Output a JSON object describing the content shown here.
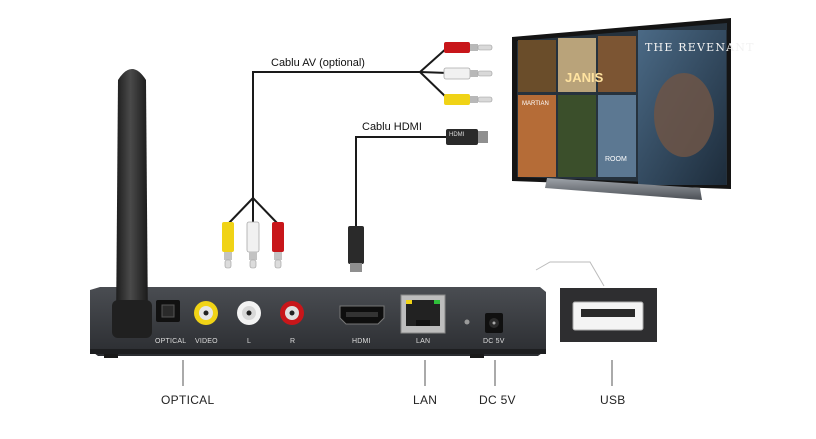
{
  "diagram": {
    "cables": {
      "av_label": "Cablu AV (optional)",
      "hdmi_label": "Cablu HDMI",
      "hdmi_plug_text": "HDMI"
    },
    "tv": {
      "poster_text": "THE REVENANT",
      "tiles": [
        "JANIS",
        "MARTIAN",
        "ROOM"
      ]
    },
    "box_panel_labels": [
      "OPTICAL",
      "VIDEO",
      "L",
      "R",
      "HDMI",
      "LAN",
      "DC 5V"
    ],
    "bottom_labels": [
      "OPTICAL",
      "LAN",
      "DC 5V",
      "USB"
    ]
  }
}
